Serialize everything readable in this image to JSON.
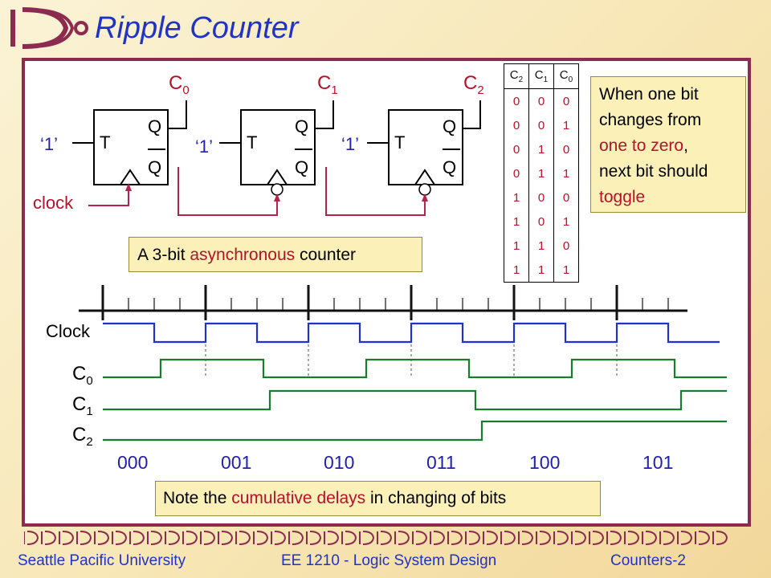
{
  "slide": {
    "title": "Ripple Counter",
    "frame_color": "#8c2a4f"
  },
  "circuit": {
    "flipflops": [
      {
        "t_label": "T",
        "q_label": "Q",
        "qbar_label": "Q",
        "input": "‘1’",
        "output": {
          "base": "C",
          "sub": "0"
        }
      },
      {
        "t_label": "T",
        "q_label": "Q",
        "qbar_label": "Q",
        "input": "‘1’",
        "output": {
          "base": "C",
          "sub": "1"
        }
      },
      {
        "t_label": "T",
        "q_label": "Q",
        "qbar_label": "Q",
        "input": "‘1’",
        "output": {
          "base": "C",
          "sub": "2"
        }
      }
    ],
    "clock_label": "clock",
    "caption": {
      "pre": "A 3-bit ",
      "highlight": "asynchronous",
      "post": " counter"
    }
  },
  "truth_table": {
    "headers": [
      {
        "base": "C",
        "sub": "2"
      },
      {
        "base": "C",
        "sub": "1"
      },
      {
        "base": "C",
        "sub": "0"
      }
    ],
    "rows": [
      [
        "0",
        "0",
        "0"
      ],
      [
        "0",
        "0",
        "1"
      ],
      [
        "0",
        "1",
        "0"
      ],
      [
        "0",
        "1",
        "1"
      ],
      [
        "1",
        "0",
        "0"
      ],
      [
        "1",
        "0",
        "1"
      ],
      [
        "1",
        "1",
        "0"
      ],
      [
        "1",
        "1",
        "1"
      ]
    ]
  },
  "note_right": {
    "line1": "When one bit",
    "line2": "changes from",
    "line3_highlight": "one to zero",
    "line3_tail": ",",
    "line4": "next bit should",
    "line5_highlight": "toggle"
  },
  "timing": {
    "labels": {
      "clock": "Clock",
      "c0": {
        "base": "C",
        "sub": "0"
      },
      "c1": {
        "base": "C",
        "sub": "1"
      },
      "c2": {
        "base": "C",
        "sub": "2"
      }
    },
    "states": [
      "000",
      "001",
      "010",
      "011",
      "100",
      "101"
    ],
    "colors": {
      "clock": "#1f33c8",
      "outputs": "#1a7a2e",
      "marker": "#111111"
    }
  },
  "note_bottom": {
    "pre": "Note the ",
    "highlight": "cumulative delays",
    "post": " in changing of bits"
  },
  "footer": {
    "university": "Seattle Pacific University",
    "course": "EE 1210 - Logic System Design",
    "page": "Counters-2"
  }
}
